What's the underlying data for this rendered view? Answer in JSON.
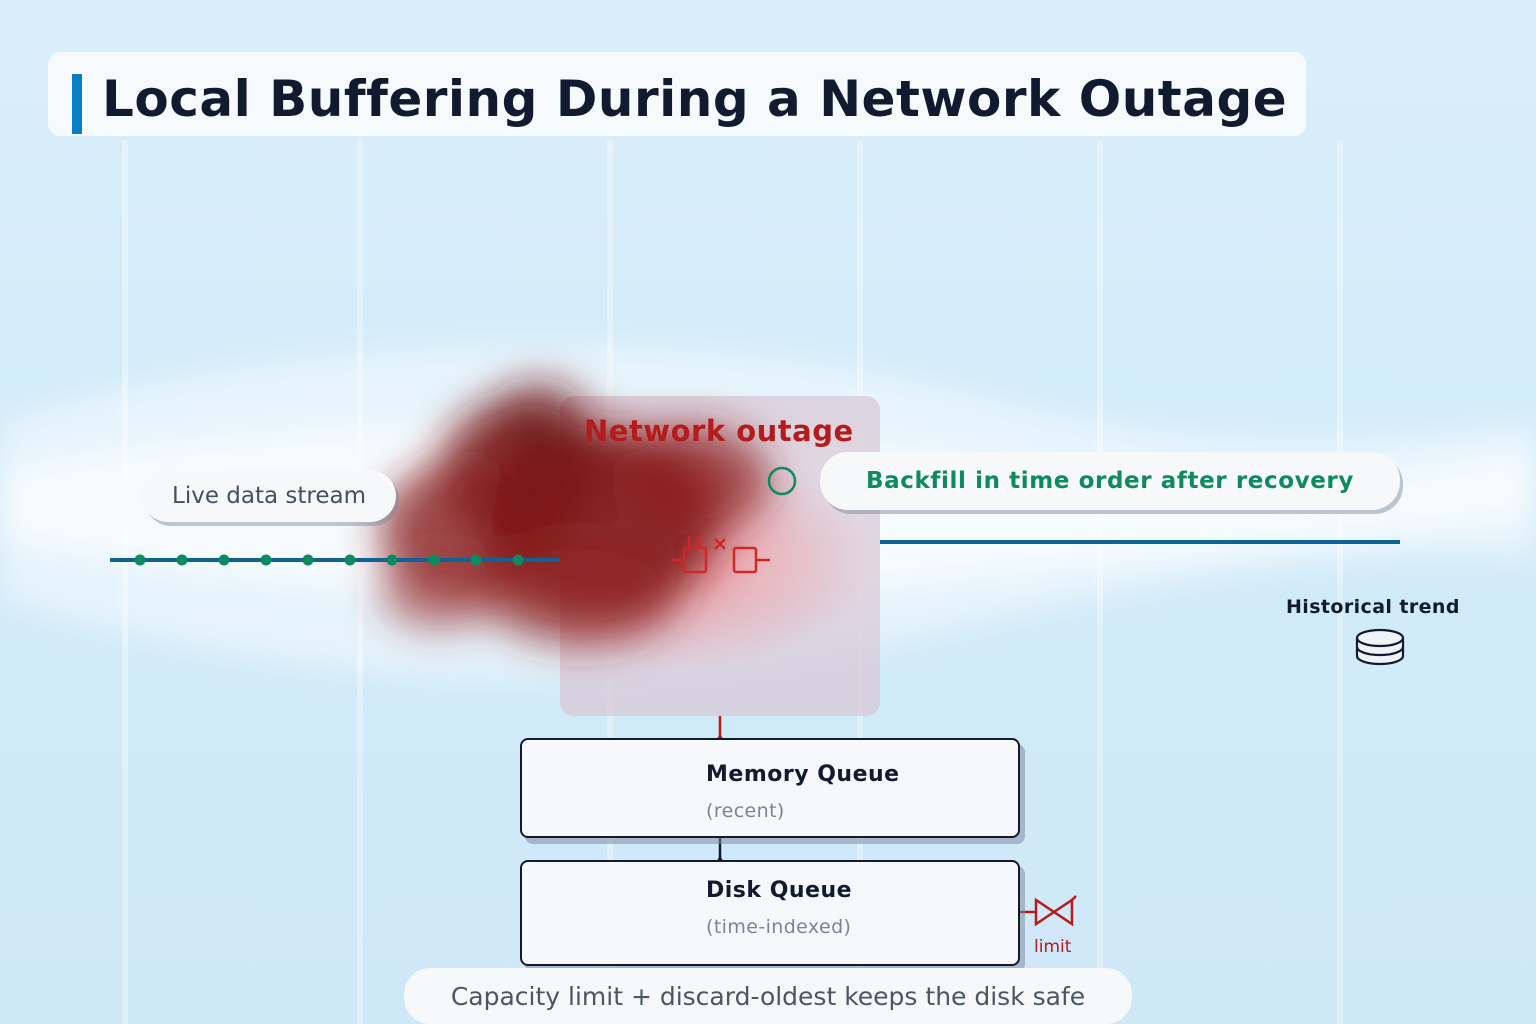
{
  "title": "Local Buffering During a Network Outage",
  "live_stream_label": "Live data stream",
  "outage_label": "Network outage",
  "backfill_label": "Backfill in time order after recovery",
  "historical_label": "Historical trend",
  "memory_queue": {
    "title": "Memory Queue",
    "subtitle": "(recent)"
  },
  "disk_queue": {
    "title": "Disk Queue",
    "subtitle": "(time-indexed)"
  },
  "limit_label": "limit",
  "caption": "Capacity limit + discard-oldest keeps the disk safe",
  "icons": {
    "historian": "database-icon",
    "valve": "valve-icon",
    "broken_link": "broken-connection-icon",
    "resume_marker": "circle-marker-icon"
  },
  "colors": {
    "stream_line": "#0d6494",
    "data_point": "#0d8a5f",
    "outage_red": "#b41c1c",
    "backfill_green": "#0d8a5f",
    "title_accent": "#0b7dc2"
  },
  "stream_point_count": 10
}
